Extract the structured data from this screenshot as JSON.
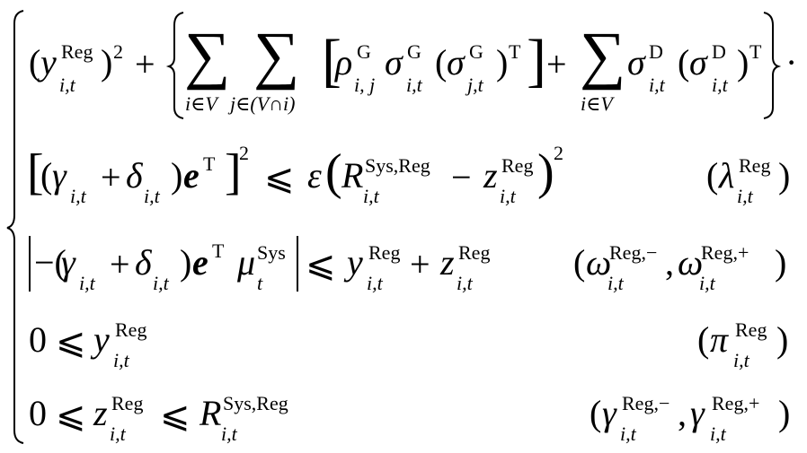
{
  "equation_system": {
    "brace": "left-curly-brace",
    "rows": [
      {
        "latex": "(y_{i,t}^{\\mathrm{Reg}})^2 + \\left\\{ \\sum_{i\\in V}\\sum_{j\\in(V\\cap i)}\\left[\\rho_{i,j}^{\\mathrm{G}}\\sigma_{i,t}^{\\mathrm{G}}(\\sigma_{j,t}^{\\mathrm{G}})^{\\mathrm{T}}\\right] + \\sum_{i\\in V}\\sigma_{i,t}^{\\mathrm{D}}(\\sigma_{i,t}^{\\mathrm{D}})^{\\mathrm{T}} \\right\\}\\cdot",
        "dual": "",
        "parts": {
          "y": "y",
          "reg": "Reg",
          "it": "i,t",
          "sq": "2",
          "plus": "+",
          "sum_sub1": "i∈V",
          "sum_sub2": "j∈(V∩i)",
          "rho": "ρ",
          "G": "G",
          "ij": "i, j",
          "sigma": "σ",
          "jt": "j,t",
          "T": "T",
          "sum_sub3": "i∈V",
          "D": "D",
          "dot": "·"
        }
      },
      {
        "latex": "\\left[(\\gamma_{i,t}+\\delta_{i,t})\\boldsymbol{e}^{\\mathrm{T}}\\right]^2 \\leqslant \\varepsilon\\left(R_{i,t}^{\\mathrm{Sys,Reg}} - z_{i,t}^{\\mathrm{Reg}}\\right)^2",
        "dual": "(λ_{i,t}^{Reg})",
        "parts": {
          "gamma": "γ",
          "delta": "δ",
          "e": "e",
          "T": "T",
          "sq": "2",
          "leq": "⩽",
          "eps": "ε",
          "R": "R",
          "sysreg": "Sys,Reg",
          "minus": "−",
          "z": "z",
          "reg": "Reg",
          "it": "i,t",
          "dual_sym": "λ"
        }
      },
      {
        "latex": "\\left|-(\\gamma_{i,t}+\\delta_{i,t})\\boldsymbol{e}^{\\mathrm{T}}\\mu_t^{\\mathrm{Sys}}\\right| \\leqslant y_{i,t}^{\\mathrm{Reg}} + z_{i,t}^{\\mathrm{Reg}}",
        "dual": "(ω_{i,t}^{Reg,−}, ω_{i,t}^{Reg,+})",
        "parts": {
          "neg": "−(",
          "gamma": "γ",
          "delta": "δ",
          "e": "e",
          "T": "T",
          "mu": "μ",
          "t": "t",
          "sys": "Sys",
          "leq": "⩽",
          "y": "y",
          "z": "z",
          "reg": "Reg",
          "it": "i,t",
          "plus": "+",
          "dual_sym": "ω",
          "regm": "Reg,−",
          "regp": "Reg,+"
        }
      },
      {
        "latex": "0 \\leqslant y_{i,t}^{\\mathrm{Reg}}",
        "dual": "(π_{i,t}^{Reg})",
        "parts": {
          "zero": "0",
          "leq": "⩽",
          "y": "y",
          "reg": "Reg",
          "it": "i,t",
          "dual_sym": "π"
        }
      },
      {
        "latex": "0 \\leqslant z_{i,t}^{\\mathrm{Reg}} \\leqslant R_{i,t}^{\\mathrm{Sys,Reg}}",
        "dual": "(γ_{i,t}^{Reg,−}, γ_{i,t}^{Reg,+})",
        "parts": {
          "zero": "0",
          "leq": "⩽",
          "z": "z",
          "reg": "Reg",
          "it": "i,t",
          "R": "R",
          "sysreg": "Sys,Reg",
          "dual_sym": "γ",
          "regm": "Reg,−",
          "regp": "Reg,+"
        }
      }
    ]
  }
}
